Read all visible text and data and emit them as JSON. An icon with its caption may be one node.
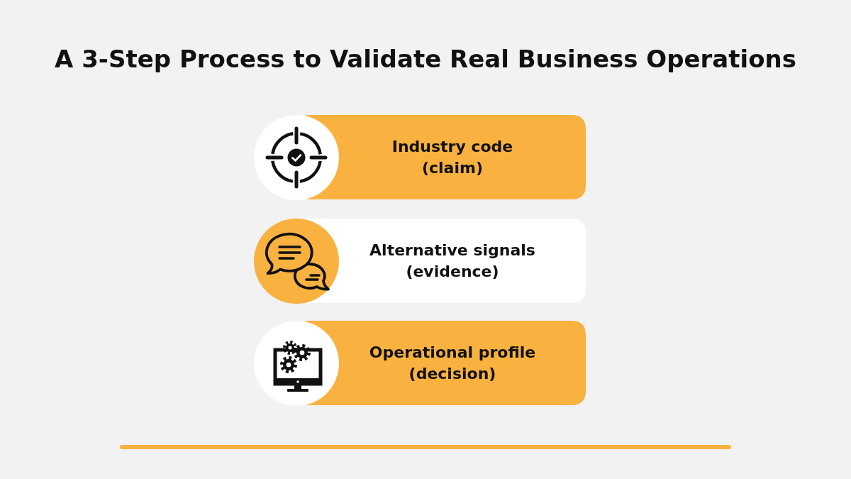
{
  "diagram": {
    "title": "A 3-Step Process to Validate Real Business Operations",
    "nodes": [
      {
        "text": [
          "Industry code (claim)"
        ]
      },
      {
        "text": [
          "Alternative signals (evidence)"
        ]
      },
      {
        "text": [
          "Operational profile (decision)"
        ]
      }
    ]
  }
}
